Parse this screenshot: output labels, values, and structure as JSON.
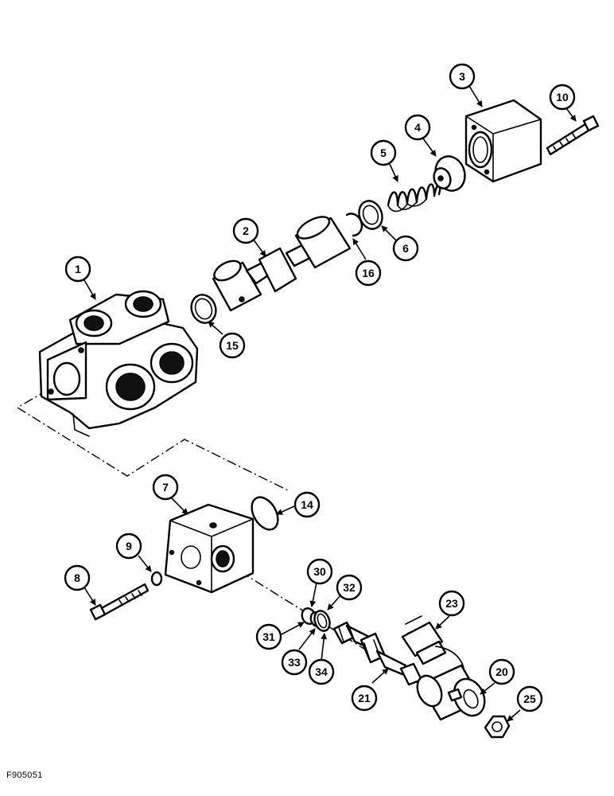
{
  "figure_code": "F905051",
  "callouts": [
    "1",
    "2",
    "3",
    "4",
    "5",
    "6",
    "7",
    "8",
    "9",
    "10",
    "14",
    "15",
    "16",
    "20",
    "21",
    "23",
    "25",
    "30",
    "31",
    "32",
    "33",
    "34"
  ]
}
